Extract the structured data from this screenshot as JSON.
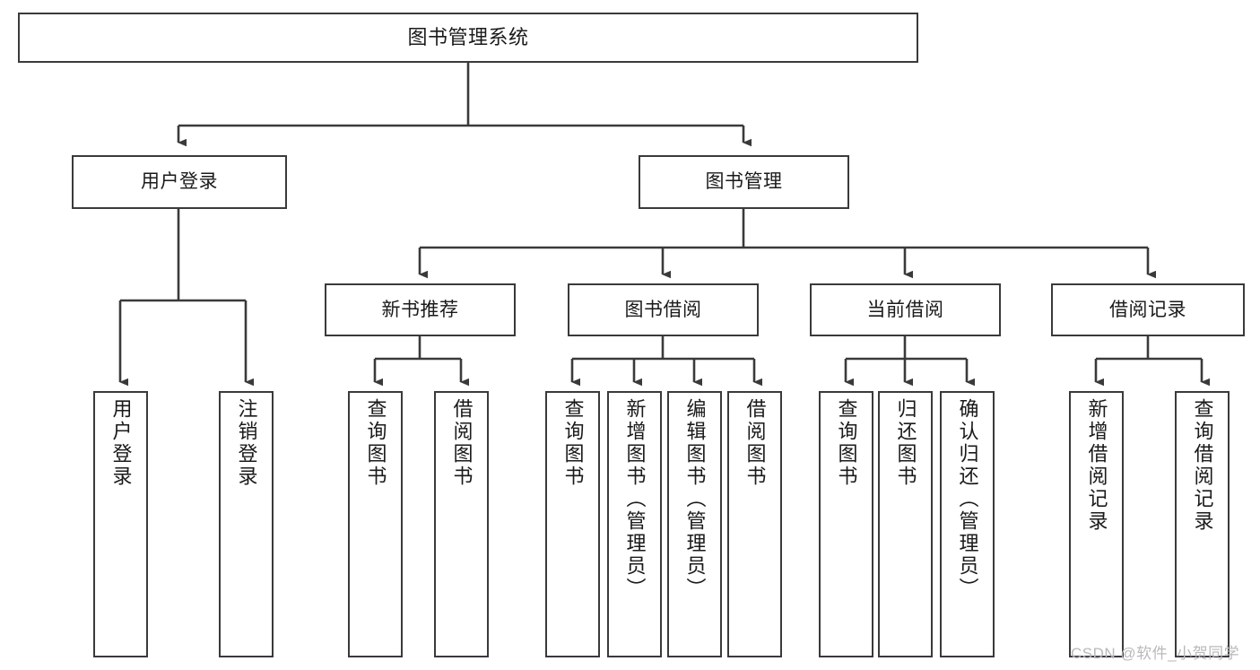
{
  "diagram": {
    "title": "图书管理系统",
    "type": "tree-hierarchy",
    "watermark": "CSDN @软件_小贺同学",
    "colors": {
      "node_border": "#3a3a3a",
      "node_fill": "#ffffff",
      "edge": "#3a3a3a",
      "text": "#1a1a1a",
      "watermark": "#b9b9b9",
      "background": "#ffffff"
    },
    "nodes": {
      "root": {
        "label": "图书管理系统"
      },
      "level2": [
        {
          "id": "user-login",
          "label": "用户登录"
        },
        {
          "id": "book-management",
          "label": "图书管理"
        }
      ],
      "level3": [
        {
          "id": "new-book-recommend",
          "label": "新书推荐"
        },
        {
          "id": "book-borrow",
          "label": "图书借阅"
        },
        {
          "id": "current-borrow",
          "label": "当前借阅"
        },
        {
          "id": "borrow-record",
          "label": "借阅记录"
        }
      ],
      "leaves": {
        "user_login": [
          {
            "id": "leaf-user-login",
            "label": "用户登录"
          },
          {
            "id": "leaf-logout-login",
            "label": "注销登录"
          }
        ],
        "new_book_recommend": [
          {
            "id": "leaf-query-book-1",
            "label": "查询图书"
          },
          {
            "id": "leaf-borrow-book-1",
            "label": "借阅图书"
          }
        ],
        "book_borrow": [
          {
            "id": "leaf-query-book-2",
            "label": "查询图书"
          },
          {
            "id": "leaf-add-book",
            "label": "新增图书（管理员）"
          },
          {
            "id": "leaf-edit-book",
            "label": "编辑图书（管理员）"
          },
          {
            "id": "leaf-borrow-book-2",
            "label": "借阅图书"
          }
        ],
        "current_borrow": [
          {
            "id": "leaf-query-book-3",
            "label": "查询图书"
          },
          {
            "id": "leaf-return-book",
            "label": "归还图书"
          },
          {
            "id": "leaf-confirm-return",
            "label": "确认归还（管理员）"
          }
        ],
        "borrow_record": [
          {
            "id": "leaf-add-record",
            "label": "新增借阅记录"
          },
          {
            "id": "leaf-query-record",
            "label": "查询借阅记录"
          }
        ]
      }
    }
  }
}
